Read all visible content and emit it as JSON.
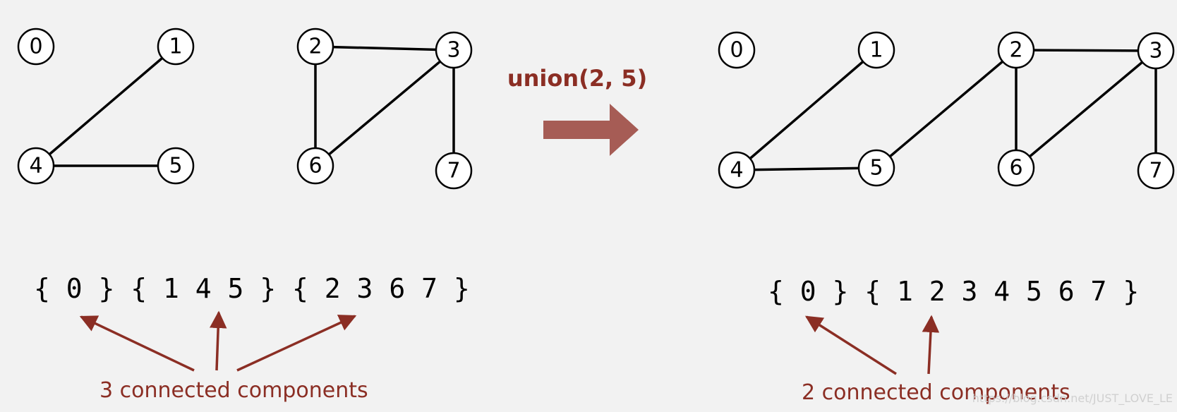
{
  "colors": {
    "background": "#f2f2f2",
    "accent": "#8b2e24",
    "arrow": "#a65c55"
  },
  "operation": {
    "label": "union(2, 5)",
    "arrow_icon": "right-arrow-icon"
  },
  "before": {
    "nodes": [
      "0",
      "1",
      "2",
      "3",
      "4",
      "5",
      "6",
      "7"
    ],
    "edges": [
      [
        "1",
        "4"
      ],
      [
        "4",
        "5"
      ],
      [
        "2",
        "3"
      ],
      [
        "2",
        "6"
      ],
      [
        "3",
        "6"
      ],
      [
        "3",
        "7"
      ]
    ],
    "sets_text": "{ 0 } { 1 4 5 } { 2 3 6 7 }",
    "caption": "3 connected components"
  },
  "after": {
    "nodes": [
      "0",
      "1",
      "2",
      "3",
      "4",
      "5",
      "6",
      "7"
    ],
    "edges": [
      [
        "1",
        "4"
      ],
      [
        "4",
        "5"
      ],
      [
        "2",
        "5"
      ],
      [
        "2",
        "3"
      ],
      [
        "2",
        "6"
      ],
      [
        "3",
        "6"
      ],
      [
        "3",
        "7"
      ]
    ],
    "sets_text": "{ 0 } { 1 2 3 4 5 6 7 }",
    "caption": "2 connected components"
  },
  "watermark": "https://blog.csdn.net/JUST_LOVE_LE"
}
